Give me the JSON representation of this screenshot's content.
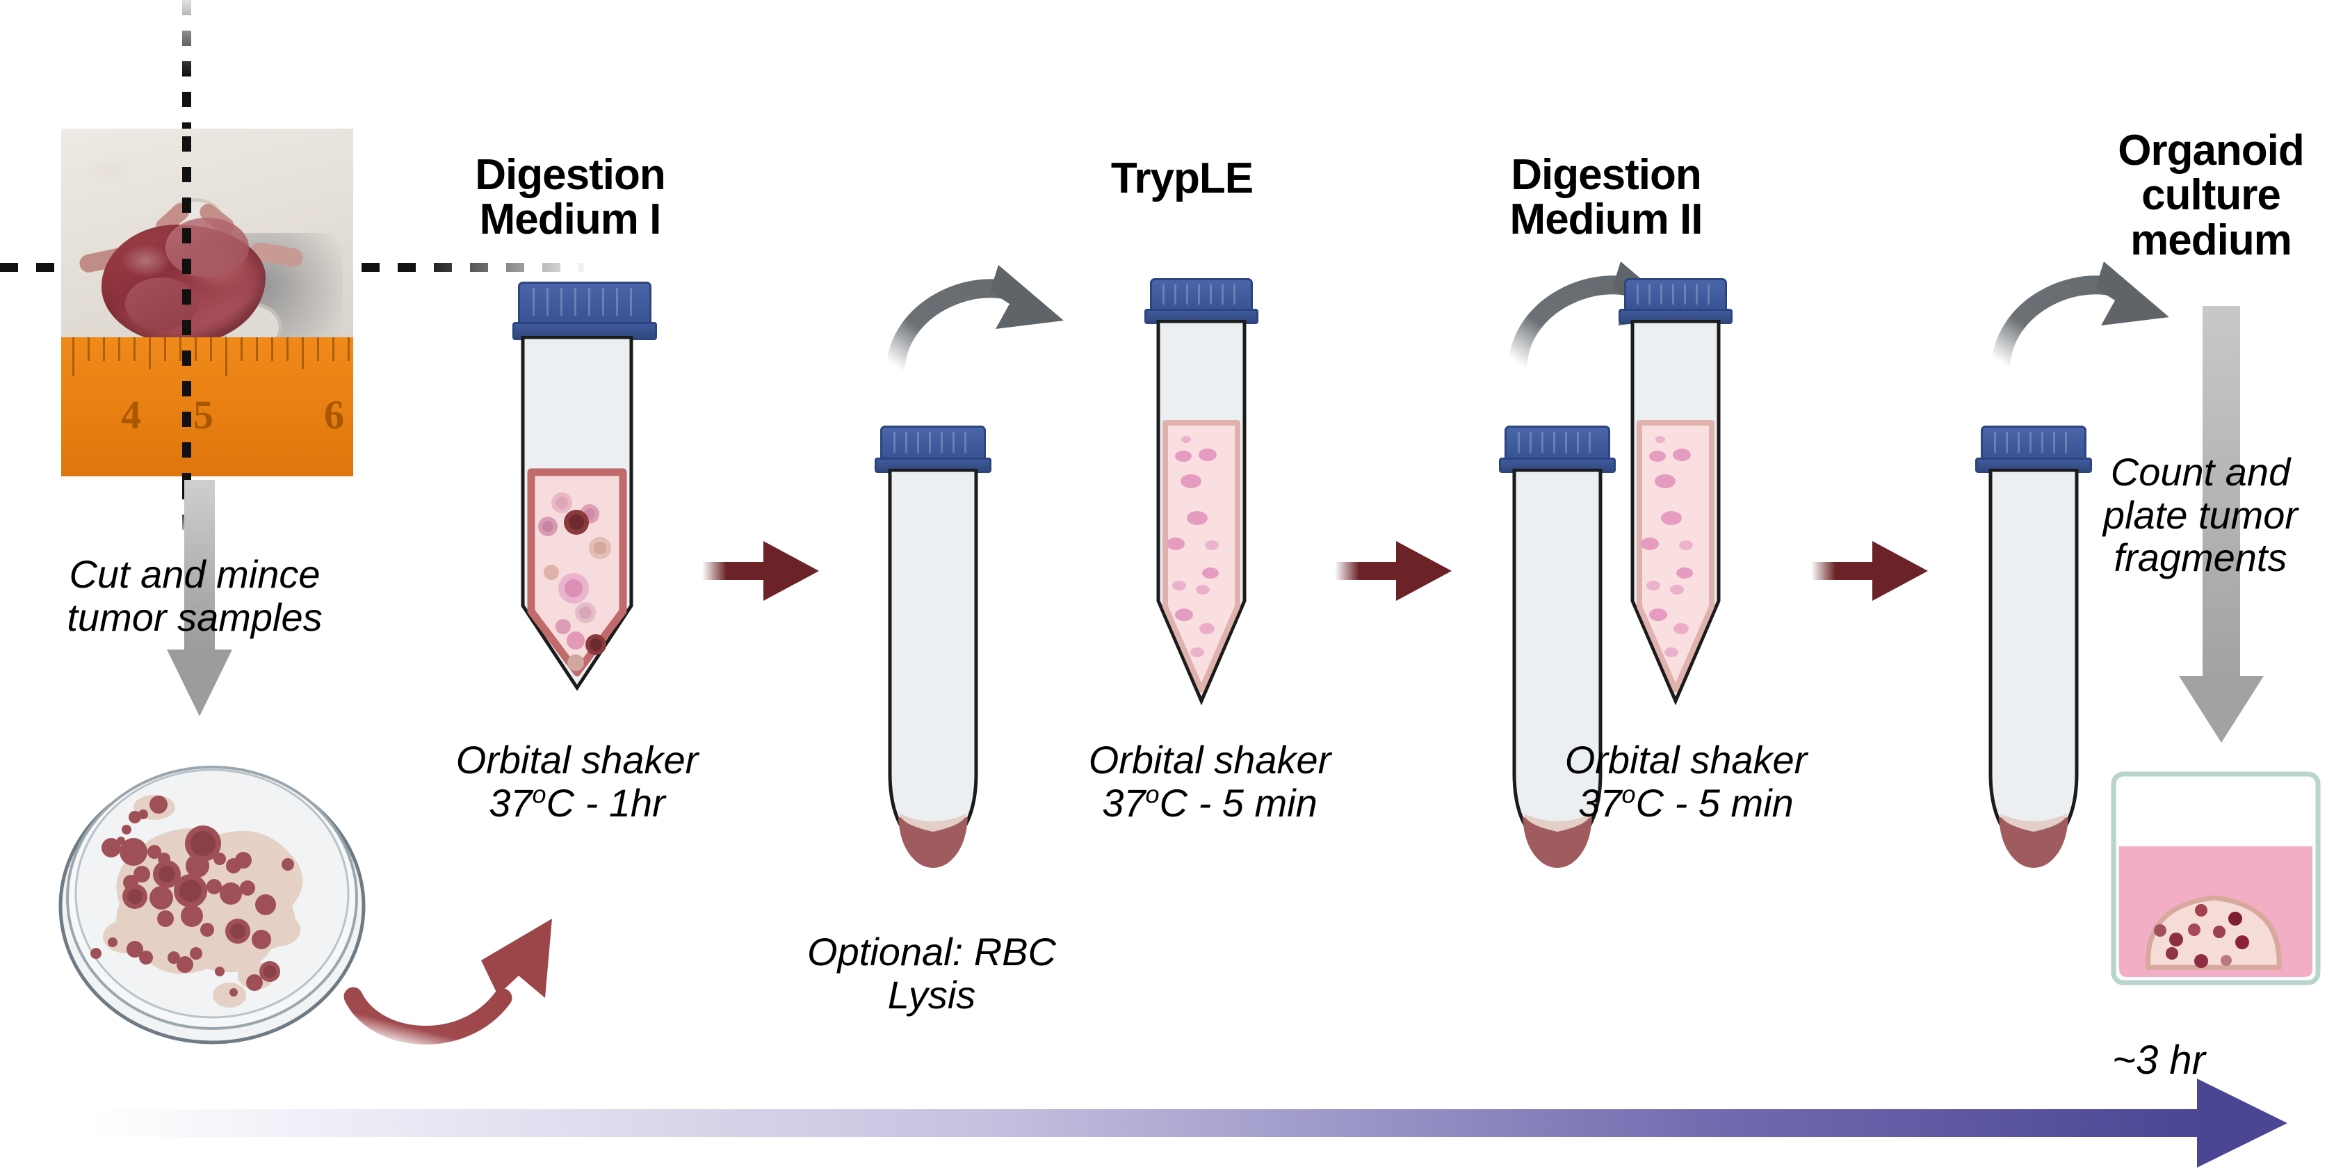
{
  "figure": {
    "kind": "tumor-organoid-derivation-workflow",
    "total_time_label": "~3 hr"
  },
  "specimen": {
    "name": "mouse-tumor-photo",
    "ruler_numbers": [
      "4",
      "5",
      "6"
    ],
    "caption": "Cut and mince\ntumor samples",
    "caption_line1": "Cut and mince",
    "caption_line2": "tumor samples"
  },
  "dish": {
    "name": "minced-tumor-petri-dish"
  },
  "steps": [
    {
      "id": "digestion-medium-1",
      "heading_line1": "Digestion",
      "heading_line2": "Medium I",
      "sub_line1": "Orbital shaker",
      "sub_line2": "37",
      "sub_deg": "o",
      "sub_line2_tail": "C - 1hr",
      "tube": "conical-wide-pink-fragments"
    },
    {
      "id": "rbc-lysis",
      "heading_line1": "",
      "heading_line2": "",
      "sub_line1": "Optional: RBC",
      "sub_line2": "Lysis",
      "tube": "conical-empty-red-pellet"
    },
    {
      "id": "tryple",
      "heading_line1": "TrypLE",
      "heading_line2": "",
      "sub_line1": "Orbital shaker",
      "sub_line2": "37",
      "sub_deg": "o",
      "sub_line2_tail": "C - 5 min",
      "tube": "conical-narrow-pink-cells"
    },
    {
      "id": "wash-2",
      "heading_line1": "",
      "heading_line2": "",
      "tube": "conical-empty-red-pellet"
    },
    {
      "id": "digestion-medium-2",
      "heading_line1": "Digestion",
      "heading_line2": "Medium II",
      "sub_line1": "Orbital shaker",
      "sub_line2": "37",
      "sub_deg": "o",
      "sub_line2_tail": "C - 5 min",
      "tube": "conical-narrow-pink-cells"
    },
    {
      "id": "wash-3",
      "heading_line1": "",
      "heading_line2": "",
      "tube": "conical-empty-red-pellet"
    },
    {
      "id": "organoid-culture-medium",
      "heading_line1": "Organoid",
      "heading_line2": "culture",
      "heading_line3": "medium",
      "sub_line1": "Count and",
      "sub_line2": "plate tumor",
      "sub_line3": "fragments",
      "vessel": "culture-well-with-dome"
    }
  ],
  "colors": {
    "cap_blue": "#3f5a9c",
    "liquid_pink": "#f6dadb",
    "liquid_border": "#c06a6c",
    "arrow_dark_red": "#6b2328",
    "arrow_red": "#a04a4d",
    "arrow_gray": "#666b70",
    "timeline_purple": "#4b4694",
    "ruler_orange": "#ea8015",
    "glass": "#eceff1"
  }
}
